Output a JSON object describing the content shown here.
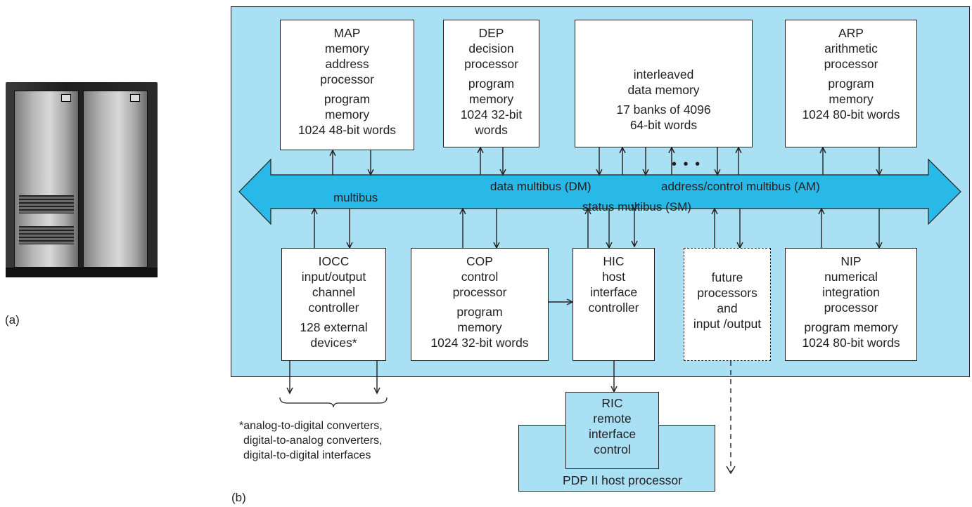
{
  "labels": {
    "fig_a": "(a)",
    "fig_b": "(b)"
  },
  "boxes": {
    "map": [
      "MAP",
      "memory",
      "address",
      "processor",
      "program",
      "memory",
      "1024 48-bit words"
    ],
    "dep": [
      "DEP",
      "decision",
      "processor",
      "program",
      "memory",
      "1024 32-bit",
      "words"
    ],
    "mem": [
      "interleaved",
      "data memory",
      "17 banks of 4096",
      "64-bit words"
    ],
    "arp": [
      "ARP",
      "arithmetic",
      "processor",
      "program",
      "memory",
      "1024 80-bit words"
    ],
    "iocc": [
      "IOCC",
      "input/output",
      "channel",
      "controller",
      "128 external",
      "devices*"
    ],
    "cop": [
      "COP",
      "control",
      "processor",
      "program",
      "memory",
      "1024 32-bit words"
    ],
    "hic": [
      "HIC",
      "host",
      "interface",
      "controller"
    ],
    "future": [
      "future",
      "processors",
      "and",
      "input /output"
    ],
    "nip": [
      "NIP",
      "numerical",
      "integration",
      "processor",
      "program memory",
      "1024 80-bit words"
    ],
    "ric": [
      "RIC",
      "remote",
      "interface",
      "control"
    ]
  },
  "bus": {
    "multibus": "multibus",
    "dm": "data multibus (DM)",
    "am": "address/control multibus (AM)",
    "sm": "status multibus (SM)",
    "dots": "• • •"
  },
  "host": "PDP II host  processor",
  "footnote": [
    "*analog-to-digital converters,",
    "digital-to-analog converters,",
    "digital-to-digital interfaces"
  ],
  "colors": {
    "panel": "#a9e0f4",
    "bus": "#29b9e8",
    "ink": "#231f20"
  }
}
